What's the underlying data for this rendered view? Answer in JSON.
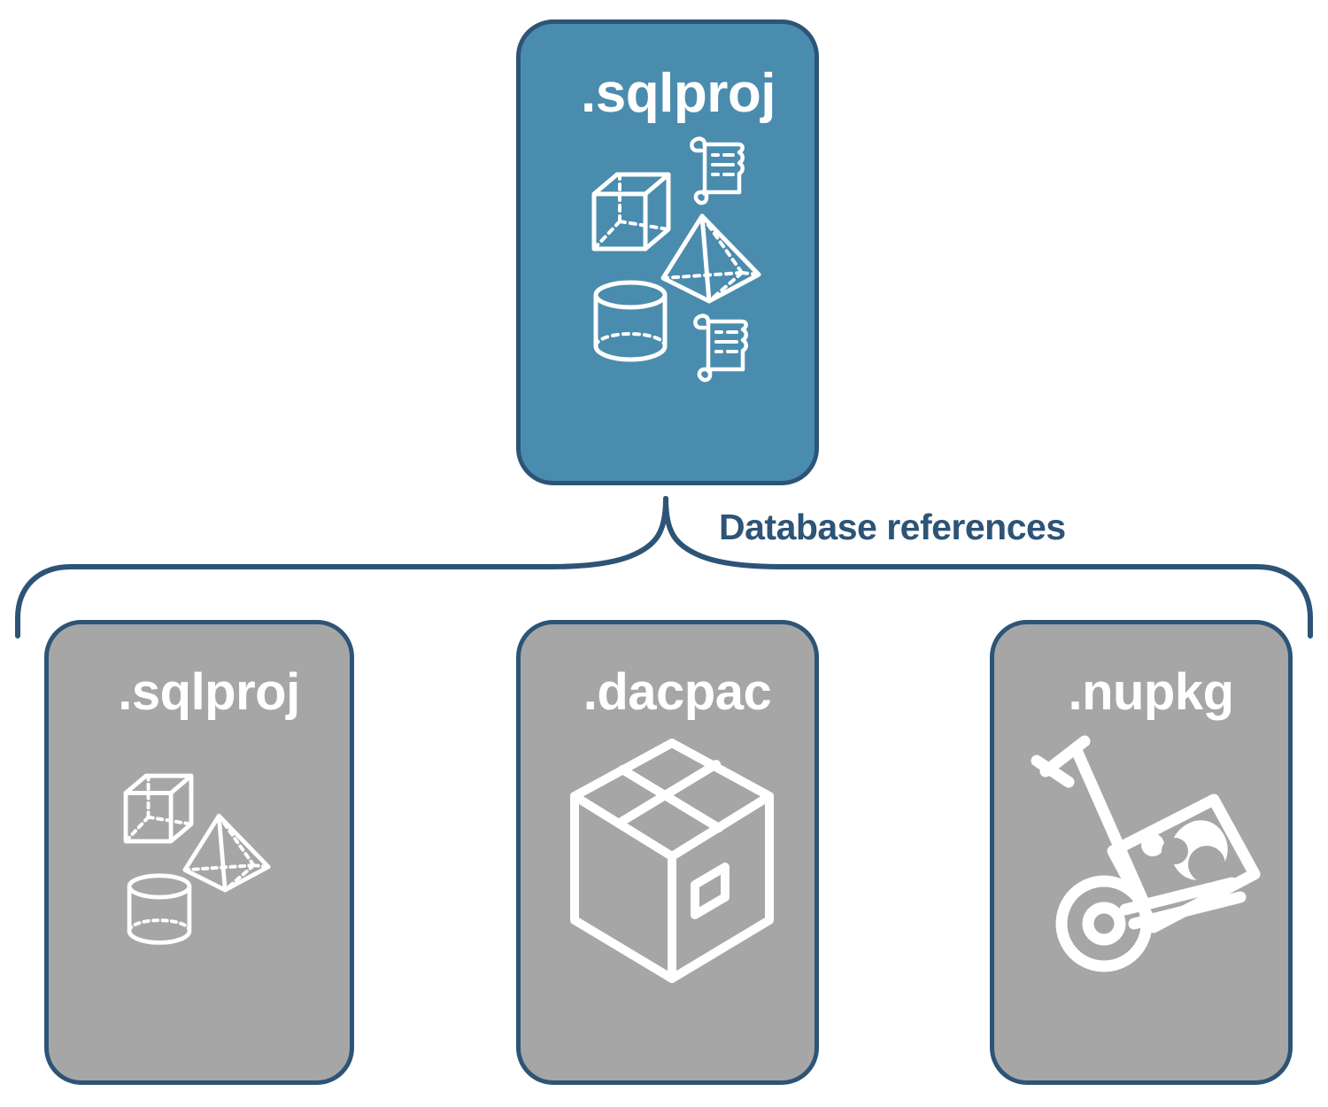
{
  "diagram": {
    "title": "Database references diagram",
    "colors": {
      "primary_fill": "#4a8cae",
      "secondary_fill": "#a6a6a6",
      "stroke": "#2d5476",
      "label_text": "#2d5476",
      "card_text": "#ffffff",
      "background": "#ffffff"
    },
    "connector": {
      "label": "Database references",
      "style": "curly-brace",
      "stroke_color": "#2d5476"
    },
    "parent": {
      "id": "sqlproj-top",
      "title": ".sqlproj",
      "fill": "primary",
      "icons": [
        "cube-wireframe-icon",
        "scroll-script-icon",
        "pyramid-wireframe-icon",
        "cylinder-wireframe-icon",
        "scroll-script-icon"
      ]
    },
    "children": [
      {
        "id": "sqlproj-bottom",
        "title": ".sqlproj",
        "fill": "secondary",
        "icons": [
          "cube-wireframe-icon",
          "pyramid-wireframe-icon",
          "cylinder-wireframe-icon"
        ]
      },
      {
        "id": "dacpac",
        "title": ".dacpac",
        "fill": "secondary",
        "icons": [
          "shipping-box-icon"
        ]
      },
      {
        "id": "nupkg",
        "title": ".nupkg",
        "fill": "secondary",
        "icons": [
          "hand-truck-package-icon"
        ]
      }
    ]
  }
}
